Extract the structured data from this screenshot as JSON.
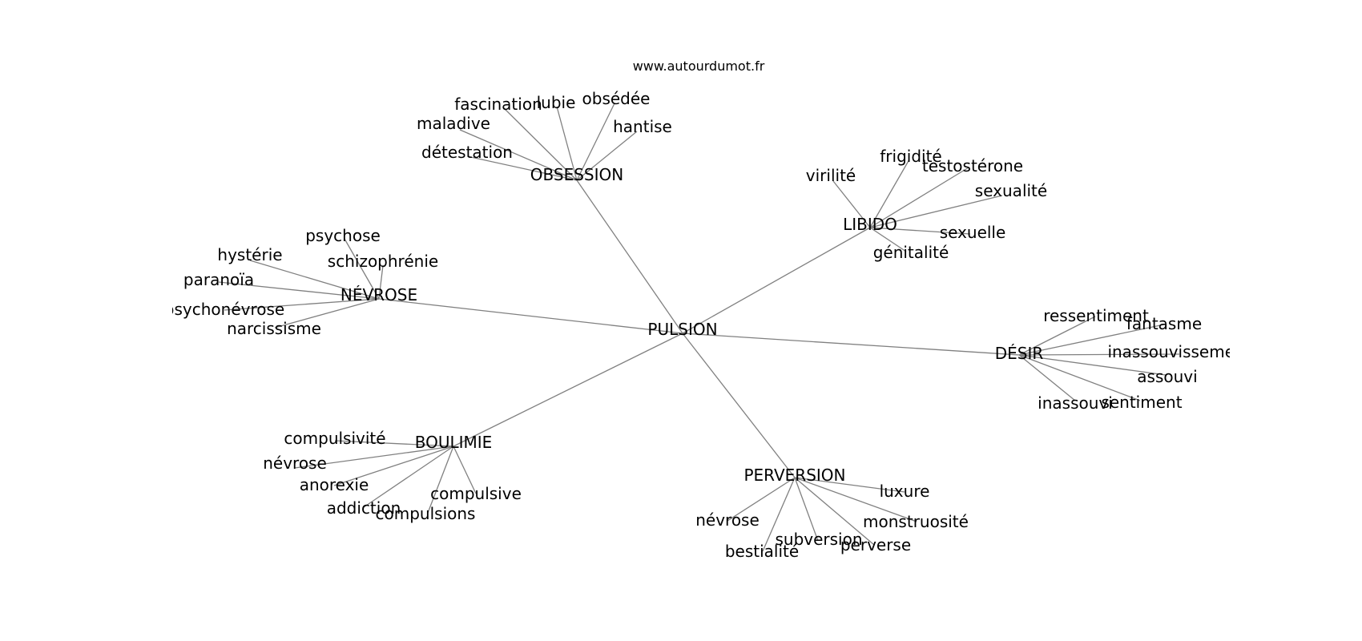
{
  "site": "www.autourdumot.fr",
  "center": {
    "id": "pulsion",
    "label": "PULSION"
  },
  "clusters": [
    {
      "id": "obsession",
      "label": "OBSESSION",
      "words": [
        {
          "id": "fascination",
          "label": "fascination"
        },
        {
          "id": "lubie",
          "label": "lubie"
        },
        {
          "id": "obsedee",
          "label": "obsédée"
        },
        {
          "id": "hantise",
          "label": "hantise"
        },
        {
          "id": "maladive",
          "label": "maladive"
        },
        {
          "id": "detestation",
          "label": "détestation"
        }
      ]
    },
    {
      "id": "libido",
      "label": "LIBIDO",
      "words": [
        {
          "id": "virilite",
          "label": "virilité"
        },
        {
          "id": "frigidite",
          "label": "frigidité"
        },
        {
          "id": "testosterone",
          "label": "testostérone"
        },
        {
          "id": "sexualite",
          "label": "sexualité"
        },
        {
          "id": "sexuelle",
          "label": "sexuelle"
        },
        {
          "id": "genitalite",
          "label": "génitalité"
        }
      ]
    },
    {
      "id": "nevrose",
      "label": "NÉVROSE",
      "words": [
        {
          "id": "psychose",
          "label": "psychose"
        },
        {
          "id": "hysterie",
          "label": "hystérie"
        },
        {
          "id": "schizophrenie",
          "label": "schizophrénie"
        },
        {
          "id": "paranoia",
          "label": "paranoïa"
        },
        {
          "id": "psychonevrose",
          "label": "psychonévrose"
        },
        {
          "id": "narcissisme",
          "label": "narcissisme"
        }
      ]
    },
    {
      "id": "desir",
      "label": "DÉSIR",
      "words": [
        {
          "id": "ressentiment",
          "label": "ressentiment"
        },
        {
          "id": "fantasme",
          "label": "fantasme"
        },
        {
          "id": "inassouvissement",
          "label": "inassouvissement"
        },
        {
          "id": "assouvi",
          "label": "assouvi"
        },
        {
          "id": "inassouvi",
          "label": "inassouvi"
        },
        {
          "id": "sentiment",
          "label": "sentiment"
        }
      ]
    },
    {
      "id": "boulimie",
      "label": "BOULIMIE",
      "words": [
        {
          "id": "compulsivite",
          "label": "compulsivité"
        },
        {
          "id": "nevrose2",
          "label": "névrose"
        },
        {
          "id": "anorexie",
          "label": "anorexie"
        },
        {
          "id": "addiction",
          "label": "addiction"
        },
        {
          "id": "compulsions",
          "label": "compulsions"
        },
        {
          "id": "compulsive",
          "label": "compulsive"
        }
      ]
    },
    {
      "id": "perversion",
      "label": "PERVERSION",
      "words": [
        {
          "id": "luxure",
          "label": "luxure"
        },
        {
          "id": "monstruosite",
          "label": "monstruosité"
        },
        {
          "id": "perverse",
          "label": "perverse"
        },
        {
          "id": "subversion",
          "label": "subversion"
        },
        {
          "id": "bestialite",
          "label": "bestialité"
        },
        {
          "id": "nevrose3",
          "label": "névrose"
        }
      ]
    }
  ]
}
